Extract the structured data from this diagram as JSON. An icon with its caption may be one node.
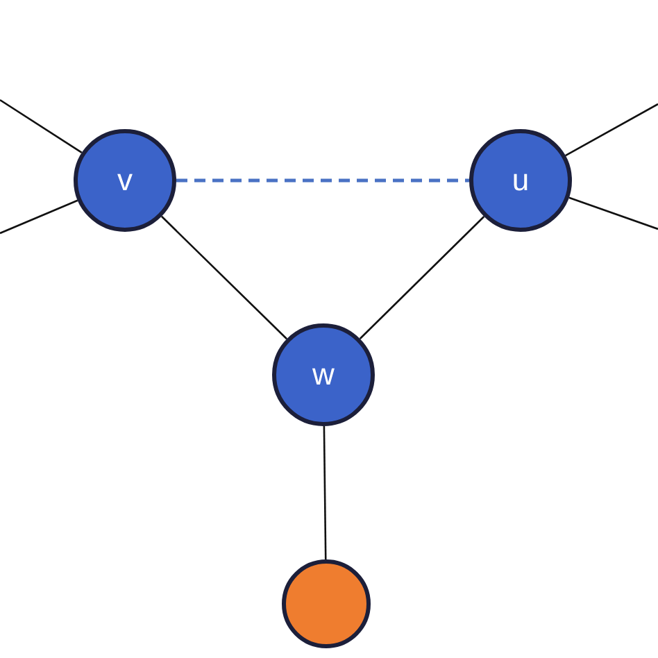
{
  "diagram": {
    "nodes": [
      {
        "text": [
          "v"
        ]
      },
      {
        "text": [
          "u"
        ]
      },
      {
        "text": [
          "w"
        ]
      },
      {
        "text": [],
        "shape": "circle"
      }
    ],
    "edges": [
      {
        "from": null,
        "to": 0,
        "arrow": "none"
      },
      {
        "from": null,
        "to": 0,
        "arrow": "none"
      },
      {
        "from": 0,
        "to": 1,
        "arrow": "none",
        "style": "dashed",
        "color": "#4a72c4"
      },
      {
        "from": null,
        "to": 1,
        "arrow": "none"
      },
      {
        "from": null,
        "to": 1,
        "arrow": "none"
      },
      {
        "from": 0,
        "to": 2,
        "arrow": "none"
      },
      {
        "from": 1,
        "to": 2,
        "arrow": "none"
      },
      {
        "from": 2,
        "to": 3,
        "arrow": "none"
      }
    ]
  }
}
